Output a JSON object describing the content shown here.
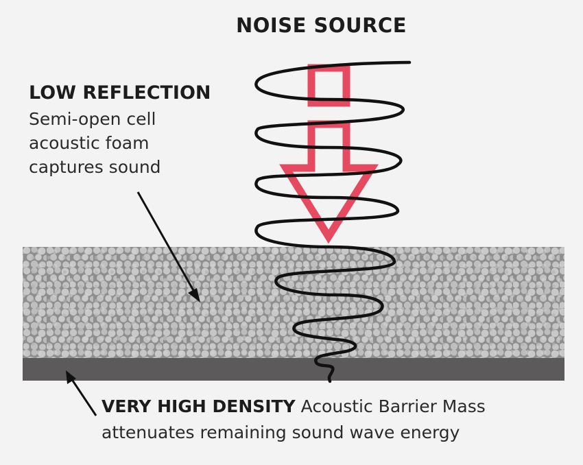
{
  "title": "NOISE SOURCE",
  "reflection": {
    "heading": "LOW REFLECTION",
    "lines": [
      "Semi-open cell",
      "acoustic foam",
      "captures sound"
    ]
  },
  "barrier": {
    "heading": "VERY HIGH DENSITY",
    "line1_rest": " Acoustic Barrier Mass",
    "line2": "attenuates remaining sound wave energy"
  },
  "colors": {
    "background": "#f3f3f3",
    "foam": "#8c8c8c",
    "foam_cell": "#c4c4c4",
    "barrier": "#5c5a5b",
    "arrow": "#e64a60",
    "wave": "#111111"
  }
}
